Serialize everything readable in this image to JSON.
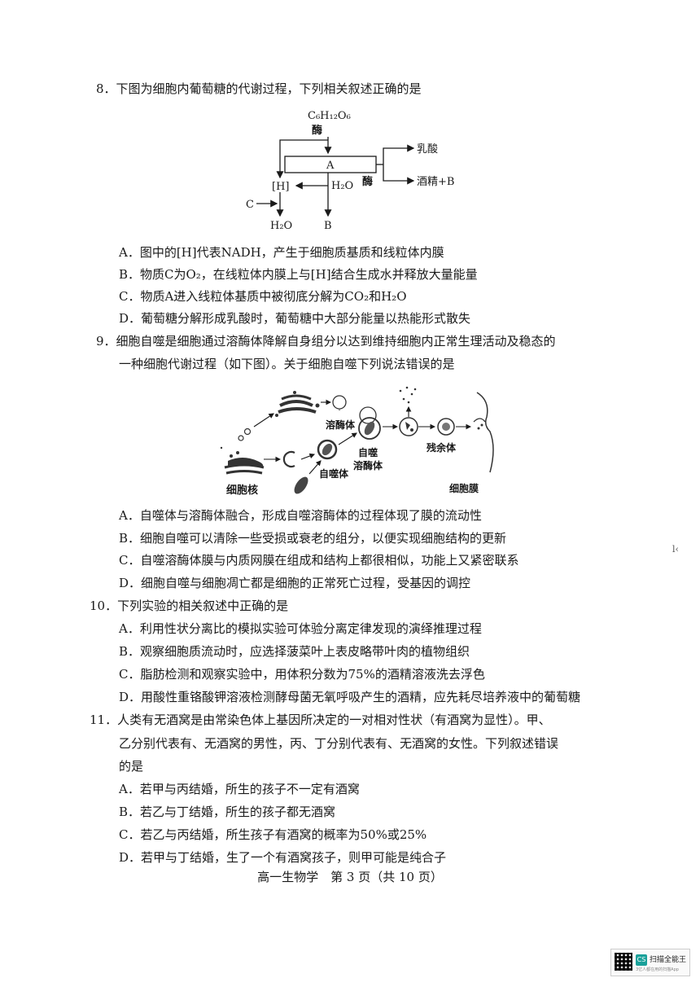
{
  "q8": {
    "stem": "8．下图为细胞内葡萄糖的代谢过程，下列相关叙述正确的是",
    "diagram": {
      "glucose": "C₆H₁₂O₆",
      "enzyme_top": "酶",
      "box_a": "A",
      "enzyme_right": "酶",
      "lactic_acid": "乳酸",
      "alcohol_b": "酒精+B",
      "h_label": "[H]",
      "h2o_mid": "H₂O",
      "c_label": "C",
      "h2o_bottom": "H₂O",
      "b_bottom": "B"
    },
    "options": [
      "A．图中的[H]代表NADH，产生于细胞质基质和线粒体内膜",
      "B．物质C为O₂，在线粒体内膜上与[H]结合生成水并释放大量能量",
      "C．物质A进入线粒体基质中被彻底分解为CO₂和H₂O",
      "D．葡萄糖分解形成乳酸时，葡萄糖中大部分能量以热能形式散失"
    ]
  },
  "q9": {
    "stem_line1": "9．细胞自噬是细胞通过溶酶体降解自身组分以达到维持细胞内正常生理活动及稳态的",
    "stem_line2": "一种细胞代谢过程（如下图）。关于细胞自噬下列说法错误的是",
    "diagram": {
      "lysosome": "溶酶体",
      "autolysosome_1": "自噬",
      "autolysosome_2": "溶酶体",
      "residual_body": "残余体",
      "nucleus": "细胞核",
      "autophagosome": "自噬体",
      "cell_membrane": "细胞膜"
    },
    "options": [
      "A．自噬体与溶酶体融合，形成自噬溶酶体的过程体现了膜的流动性",
      "B．细胞自噬可以清除一些受损或衰老的组分，以便实现细胞结构的更新",
      "C．自噬溶酶体膜与内质网膜在组成和结构上都很相似，功能上又紧密联系",
      "D．细胞自噬与细胞凋亡都是细胞的正常死亡过程，受基因的调控"
    ]
  },
  "q10": {
    "stem": "10．下列实验的相关叙述中正确的是",
    "options": [
      "A．利用性状分离比的模拟实验可体验分离定律发现的演绎推理过程",
      "B．观察细胞质流动时，应选择菠菜叶上表皮略带叶肉的植物组织",
      "C．脂肪检测和观察实验中，用体积分数为75%的酒精溶液洗去浮色",
      "D．用酸性重铬酸钾溶液检测酵母菌无氧呼吸产生的酒精，应先耗尽培养液中的葡萄糖"
    ]
  },
  "q11": {
    "stem_line1": "11．人类有无酒窝是由常染色体上基因所决定的一对相对性状（有酒窝为显性）。甲、",
    "stem_line2": "乙分别代表有、无酒窝的男性，丙、丁分别代表有、无酒窝的女性。下列叙述错误",
    "stem_line3": "的是",
    "options": [
      "A．若甲与丙结婚，所生的孩子不一定有酒窝",
      "B．若乙与丁结婚，所生的孩子都无酒窝",
      "C．若乙与丙结婚，所生孩子有酒窝的概率为50%或25%",
      "D．若甲与丁结婚，生了一个有酒窝孩子，则甲可能是纯合子"
    ]
  },
  "footer": "高一生物学　第 3 页（共 10 页）",
  "margin_mark": "l‹",
  "scanner": {
    "logo": "CS",
    "name": "扫描全能王",
    "sub": "3亿人都在用的扫描App"
  }
}
